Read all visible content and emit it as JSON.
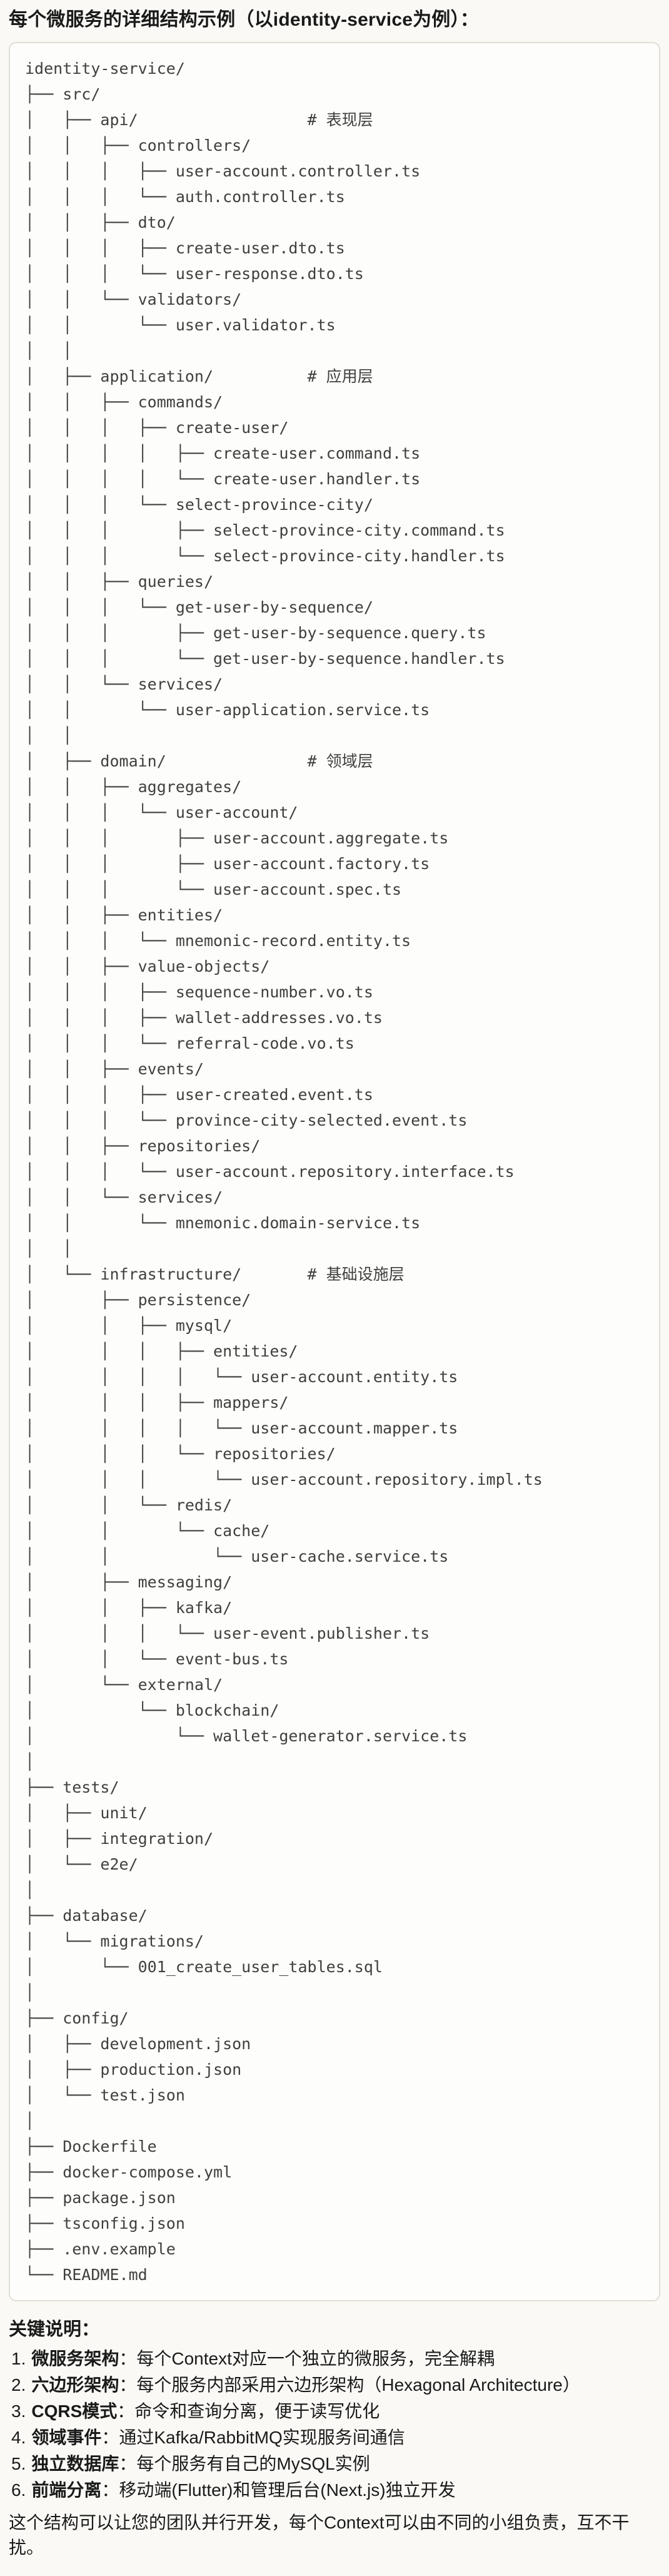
{
  "title": "每个微服务的详细结构示例（以identity-service为例）：",
  "tree_lines": [
    "identity-service/",
    "├── src/",
    "│   ├── api/                  # 表现层",
    "│   │   ├── controllers/",
    "│   │   │   ├── user-account.controller.ts",
    "│   │   │   └── auth.controller.ts",
    "│   │   ├── dto/",
    "│   │   │   ├── create-user.dto.ts",
    "│   │   │   └── user-response.dto.ts",
    "│   │   └── validators/",
    "│   │       └── user.validator.ts",
    "│   │",
    "│   ├── application/          # 应用层",
    "│   │   ├── commands/",
    "│   │   │   ├── create-user/",
    "│   │   │   │   ├── create-user.command.ts",
    "│   │   │   │   └── create-user.handler.ts",
    "│   │   │   └── select-province-city/",
    "│   │   │       ├── select-province-city.command.ts",
    "│   │   │       └── select-province-city.handler.ts",
    "│   │   ├── queries/",
    "│   │   │   └── get-user-by-sequence/",
    "│   │   │       ├── get-user-by-sequence.query.ts",
    "│   │   │       └── get-user-by-sequence.handler.ts",
    "│   │   └── services/",
    "│   │       └── user-application.service.ts",
    "│   │",
    "│   ├── domain/               # 领域层",
    "│   │   ├── aggregates/",
    "│   │   │   └── user-account/",
    "│   │   │       ├── user-account.aggregate.ts",
    "│   │   │       ├── user-account.factory.ts",
    "│   │   │       └── user-account.spec.ts",
    "│   │   ├── entities/",
    "│   │   │   └── mnemonic-record.entity.ts",
    "│   │   ├── value-objects/",
    "│   │   │   ├── sequence-number.vo.ts",
    "│   │   │   ├── wallet-addresses.vo.ts",
    "│   │   │   └── referral-code.vo.ts",
    "│   │   ├── events/",
    "│   │   │   ├── user-created.event.ts",
    "│   │   │   └── province-city-selected.event.ts",
    "│   │   ├── repositories/",
    "│   │   │   └── user-account.repository.interface.ts",
    "│   │   └── services/",
    "│   │       └── mnemonic.domain-service.ts",
    "│   │",
    "│   └── infrastructure/       # 基础设施层",
    "│       ├── persistence/",
    "│       │   ├── mysql/",
    "│       │   │   ├── entities/",
    "│       │   │   │   └── user-account.entity.ts",
    "│       │   │   ├── mappers/",
    "│       │   │   │   └── user-account.mapper.ts",
    "│       │   │   └── repositories/",
    "│       │   │       └── user-account.repository.impl.ts",
    "│       │   └── redis/",
    "│       │       └── cache/",
    "│       │           └── user-cache.service.ts",
    "│       ├── messaging/",
    "│       │   ├── kafka/",
    "│       │   │   └── user-event.publisher.ts",
    "│       │   └── event-bus.ts",
    "│       └── external/",
    "│           └── blockchain/",
    "│               └── wallet-generator.service.ts",
    "│",
    "├── tests/",
    "│   ├── unit/",
    "│   ├── integration/",
    "│   └── e2e/",
    "│",
    "├── database/",
    "│   └── migrations/",
    "│       └── 001_create_user_tables.sql",
    "│",
    "├── config/",
    "│   ├── development.json",
    "│   ├── production.json",
    "│   └── test.json",
    "│",
    "├── Dockerfile",
    "├── docker-compose.yml",
    "├── package.json",
    "├── tsconfig.json",
    "├── .env.example",
    "└── README.md"
  ],
  "notes": {
    "heading": "关键说明：",
    "items": [
      {
        "num": "1.",
        "term": "微服务架构",
        "desc": "：每个Context对应一个独立的微服务，完全解耦"
      },
      {
        "num": "2.",
        "term": "六边形架构",
        "desc": "：每个服务内部采用六边形架构（Hexagonal Architecture）"
      },
      {
        "num": "3.",
        "term": "CQRS模式",
        "desc": "：命令和查询分离，便于读写优化"
      },
      {
        "num": "4.",
        "term": "领域事件",
        "desc": "：通过Kafka/RabbitMQ实现服务间通信"
      },
      {
        "num": "5.",
        "term": "独立数据库",
        "desc": "：每个服务有自己的MySQL实例"
      },
      {
        "num": "6.",
        "term": "前端分离",
        "desc": "：移动端(Flutter)和管理后台(Next.js)独立开发"
      }
    ],
    "footer": "这个结构可以让您的团队并行开发，每个Context可以由不同的小组负责，互不干扰。"
  },
  "colors": {
    "page_bg": "#faf9f5",
    "code_bg": "#fdfdfb",
    "code_border": "#e0ded6",
    "code_text": "#3f3f3c",
    "text": "#1a1a1a"
  }
}
